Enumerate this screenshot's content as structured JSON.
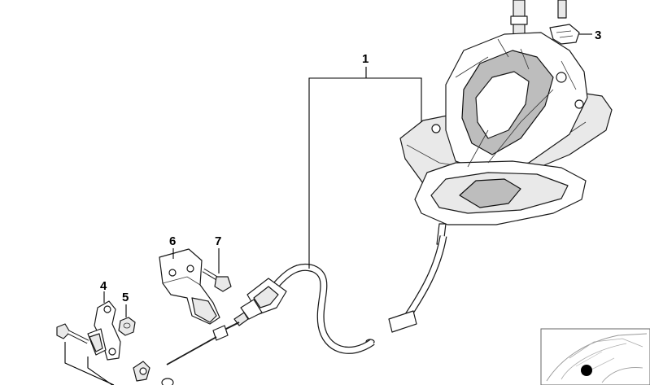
{
  "callouts": [
    "1",
    "3",
    "4",
    "5",
    "6",
    "7"
  ],
  "icons": {
    "shifter": "gear-selector-assembly",
    "cable": "shift-cable",
    "clip": "retaining-clip",
    "bracket": "mounting-bracket",
    "bolt": "bolt",
    "nut": "nut",
    "lever": "selector-lever",
    "car": "vehicle-locator-thumbnail"
  },
  "colors": {
    "lines": "#000000",
    "background": "#ffffff",
    "marker": "#000000"
  }
}
